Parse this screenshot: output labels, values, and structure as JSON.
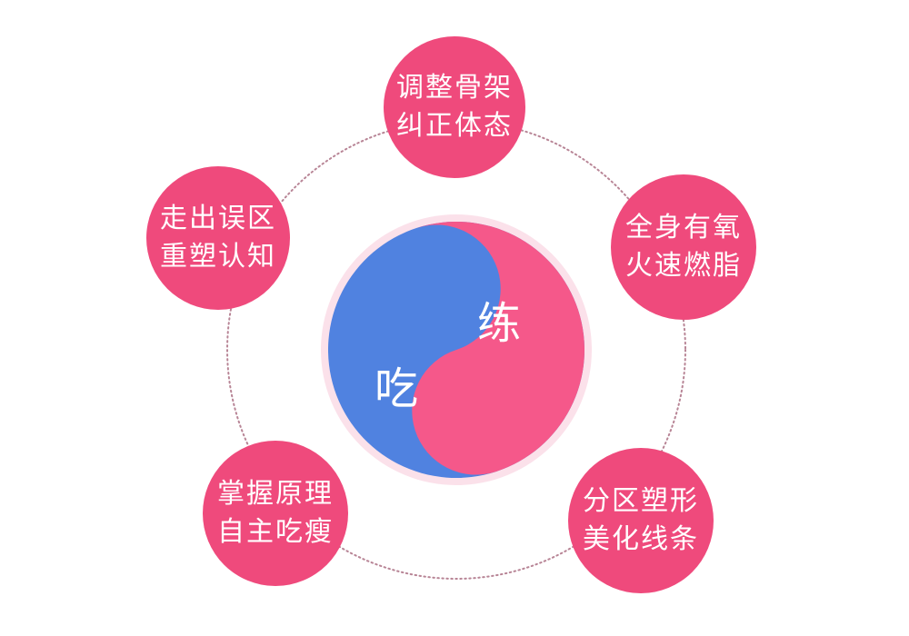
{
  "colors": {
    "node_fill": "#ef4a7c",
    "yang_pink": "#f5588a",
    "yin_blue": "#5082e0",
    "center_border": "#fbe1ea",
    "ring_dots": "#b07a8c",
    "background": "#ffffff"
  },
  "center": {
    "left_label": "吃",
    "right_label": "练"
  },
  "nodes": [
    {
      "line1": "调整骨架",
      "line2": "纠正体态"
    },
    {
      "line1": "全身有氧",
      "line2": "火速燃脂"
    },
    {
      "line1": "分区塑形",
      "line2": "美化线条"
    },
    {
      "line1": "掌握原理",
      "line2": "自主吃瘦"
    },
    {
      "line1": "走出误区",
      "line2": "重塑认知"
    }
  ]
}
